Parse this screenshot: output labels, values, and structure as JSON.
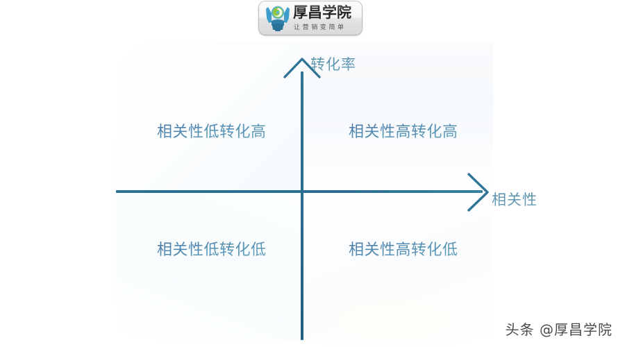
{
  "logo": {
    "name": "厚昌学院",
    "tagline": "让营销变简单",
    "mark_icon": "person-spiral-logo-icon",
    "brand_teal": "#3b9cc4",
    "brand_green": "#7cbf3f"
  },
  "chart_data": {
    "type": "scatter",
    "title": "",
    "xlabel": "相关性",
    "ylabel": "转化率",
    "xlim": [
      0,
      1
    ],
    "ylim": [
      0,
      1
    ],
    "grid": false,
    "legend": "none",
    "axis_color": "#2a6d90",
    "label_color": "#4f86ad",
    "annotations": [
      {
        "id": "q2",
        "quadrant": "top-left",
        "text": "相关性低转化高",
        "x": 0.25,
        "y": 0.72
      },
      {
        "id": "q1",
        "quadrant": "top-right",
        "text": "相关性高转化高",
        "x": 0.75,
        "y": 0.72
      },
      {
        "id": "q3",
        "quadrant": "bottom-left",
        "text": "相关性低转化低",
        "x": 0.25,
        "y": 0.28
      },
      {
        "id": "q4",
        "quadrant": "bottom-right",
        "text": "相关性高转化低",
        "x": 0.75,
        "y": 0.28
      }
    ]
  },
  "axes": {
    "y_label": "转化率",
    "x_label": "相关性",
    "y_arrow_icon": "arrow-up-icon",
    "x_arrow_icon": "arrow-right-icon"
  },
  "quadrants": {
    "top_left": "相关性低转化高",
    "top_right": "相关性高转化高",
    "bottom_left": "相关性低转化低",
    "bottom_right": "相关性高转化低"
  },
  "watermark": {
    "text": "头条 @厚昌学院"
  }
}
